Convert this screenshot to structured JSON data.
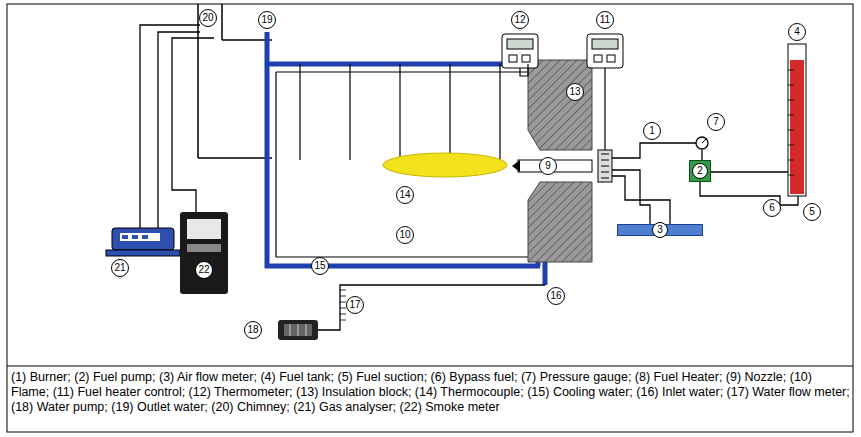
{
  "diagram": {
    "caption": "(1) Burner; (2) Fuel pump; (3) Air flow meter; (4) Fuel tank; (5) Fuel suction; (6) Bypass fuel; (7) Pressure gauge; (8) Fuel Heater; (9) Nozzle; (10) Flame; (11) Fuel heater control; (12) Thermometer; (13) Insulation block; (14) Thermocouple; (15) Cooling water; (16) Inlet water; (17) Water flow meter; (18) Water pump; (19) Outlet water; (20) Chimney; (21) Gas analyser; (22) Smoke meter",
    "nodes": [
      {
        "text": [
          "2"
        ]
      },
      {
        "text": [
          "3"
        ]
      }
    ],
    "labels": [
      "20",
      "19",
      "12",
      "11",
      "13",
      "1",
      "7",
      "4",
      "9",
      "10",
      "14",
      "6",
      "5",
      "15",
      "16",
      "17",
      "18",
      "21",
      "22"
    ]
  }
}
